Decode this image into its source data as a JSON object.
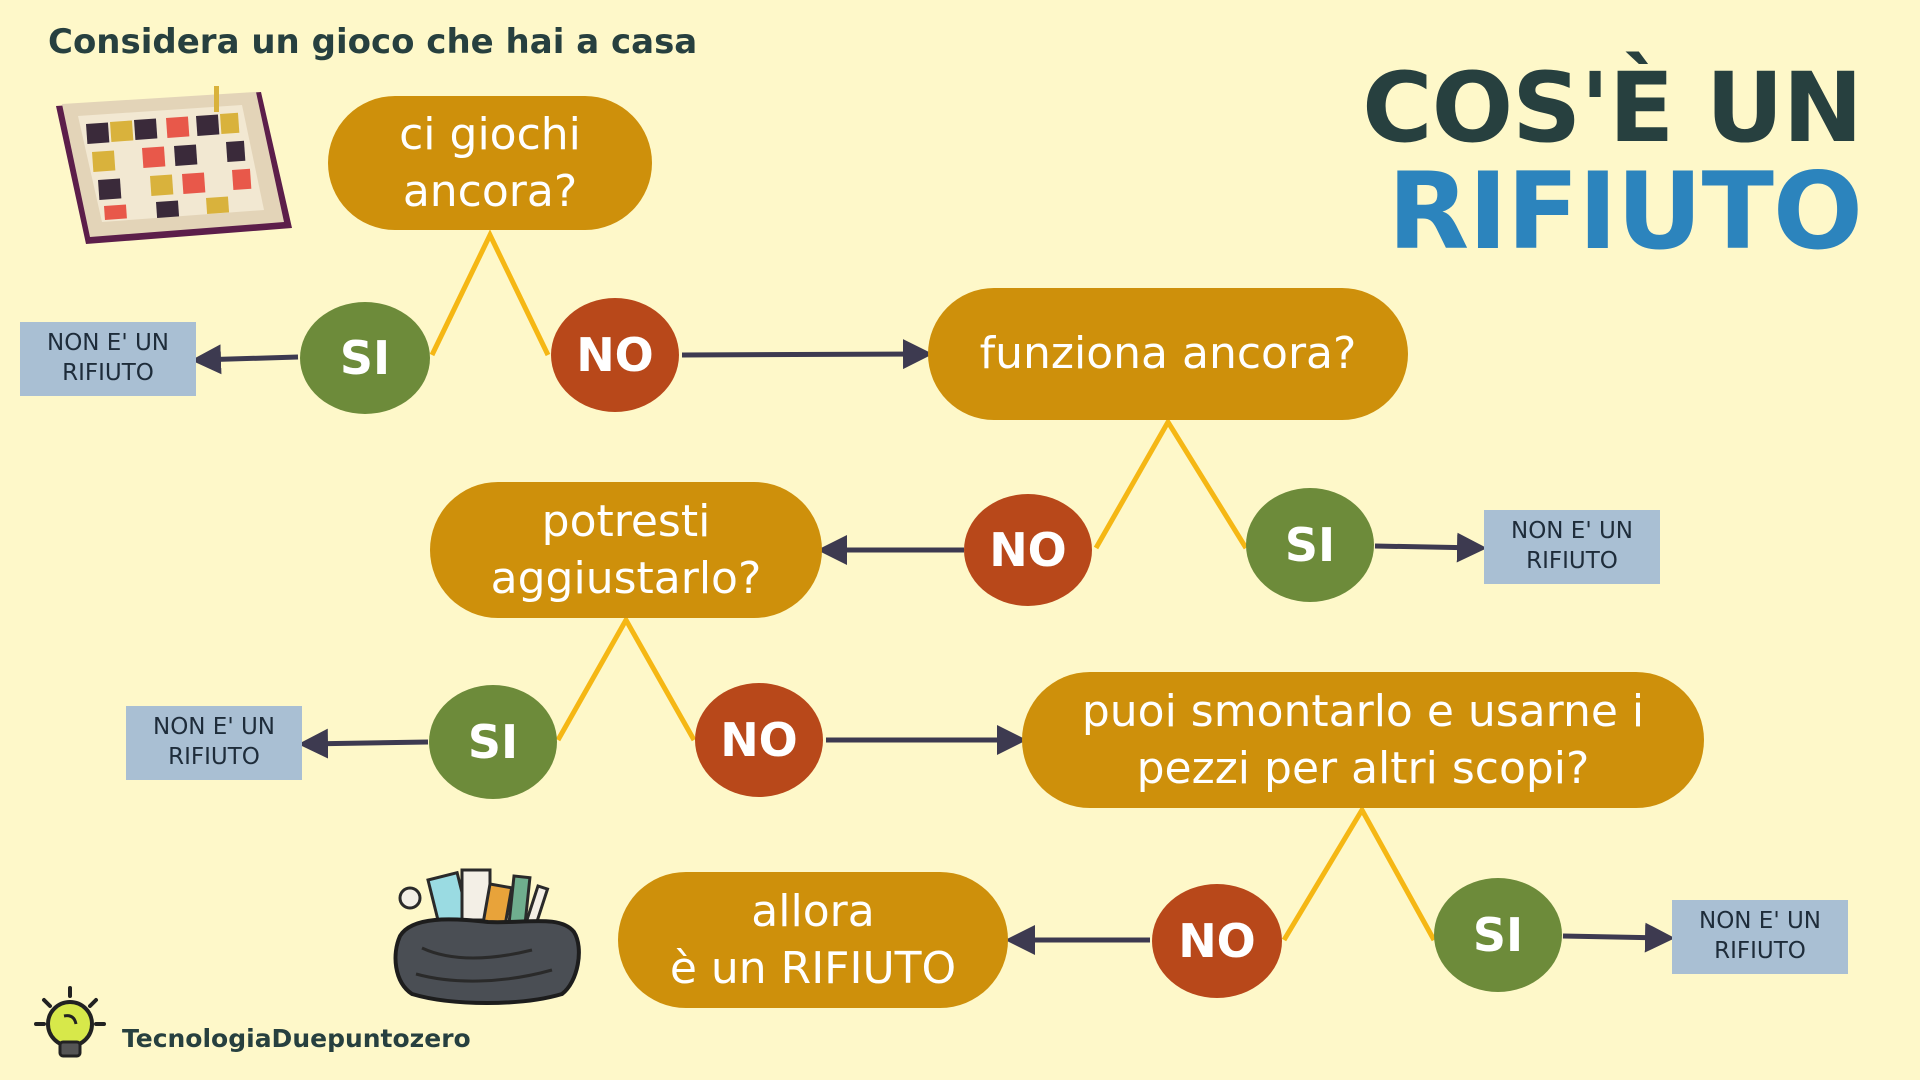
{
  "header": {
    "subtitle": "Considera un gioco che hai a casa",
    "title_line1": "COS'È UN",
    "title_line2": "RIFIUTO"
  },
  "flow": {
    "q1": "ci giochi\nancora?",
    "q2": "funziona ancora?",
    "q3": "potresti\naggiustarlo?",
    "q4": "puoi smontarlo e usarne i\npezzi per altri scopi?",
    "result": "allora\nè un RIFIUTO",
    "yes_label": "SI",
    "no_label": "NO",
    "not_waste_label": "NON E' UN\nRIFIUTO"
  },
  "footer": {
    "brand": "TecnologiaDuepuntozero"
  },
  "colors": {
    "background": "#FEF8C9",
    "question": "#CE900B",
    "yes": "#6D8B3A",
    "no": "#B8481A",
    "tag": "#A9BFD3",
    "branch_line": "#F5B714",
    "arrow": "#3D3A50",
    "title_dark": "#27403F",
    "title_blue": "#2C84BD"
  },
  "icons": [
    "board-game-icon",
    "garbage-bag-icon",
    "lightbulb-icon"
  ]
}
